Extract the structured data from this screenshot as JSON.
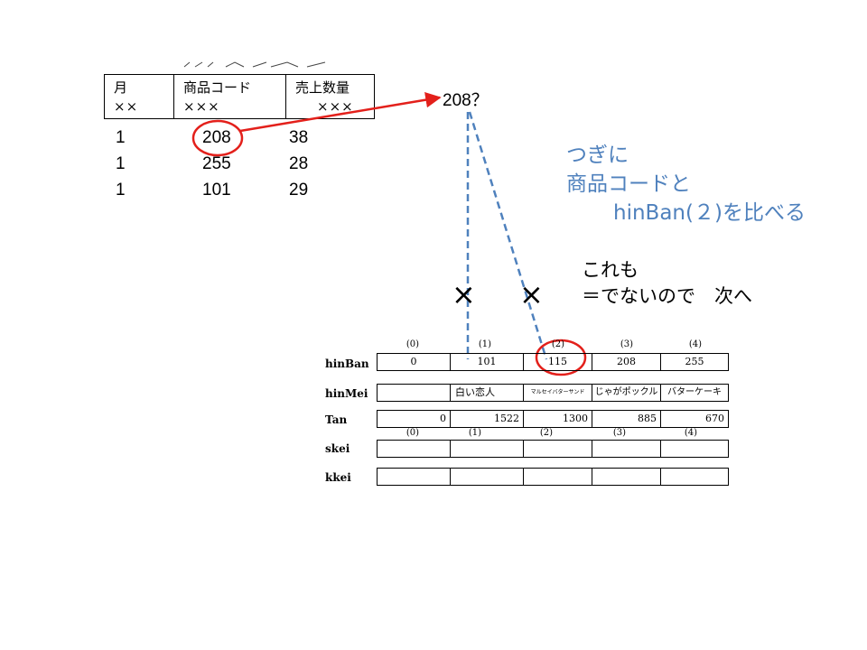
{
  "sales_table": {
    "headers": [
      "月",
      "商品コード",
      "売上数量"
    ],
    "placeholders": [
      "××",
      "×××",
      "×××"
    ],
    "rows": [
      [
        "1",
        "208",
        "38"
      ],
      [
        "1",
        "255",
        "28"
      ],
      [
        "1",
        "101",
        "29"
      ]
    ]
  },
  "question_label": "208？",
  "blue_note": [
    "つぎに",
    "商品コードと",
    "hinBan(２)を比べる"
  ],
  "black_note": [
    "これも",
    "＝でないので　次へ"
  ],
  "cross_mark": "×",
  "indices": [
    "(0)",
    "(1)",
    "(2)",
    "(3)",
    "(4)"
  ],
  "arrays": {
    "hinBan": {
      "label": "hinBan",
      "values": [
        "0",
        "101",
        "115",
        "208",
        "255"
      ]
    },
    "hinMei": {
      "label": "hinMei",
      "values": [
        "",
        "白い恋人",
        "マルセイバターサンド",
        "じゃがポックル",
        "バターケーキ"
      ]
    },
    "Tan": {
      "label": "Tan",
      "values": [
        "0",
        "1522",
        "1300",
        "885",
        "670"
      ]
    },
    "skei": {
      "label": "skei",
      "values": [
        "",
        "",
        "",
        "",
        ""
      ]
    },
    "kkei": {
      "label": "kkei",
      "values": [
        "",
        "",
        "",
        "",
        ""
      ]
    }
  },
  "colors": {
    "highlight": "#e3201b",
    "dashed": "#4f81bd",
    "note": "#4f81bd"
  }
}
